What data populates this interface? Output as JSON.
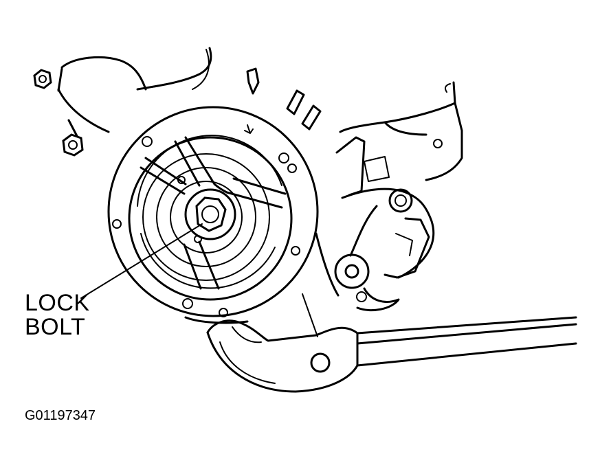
{
  "callout": {
    "line1": "LOCK",
    "line2": "BOLT"
  },
  "figure_code": "G01197347"
}
